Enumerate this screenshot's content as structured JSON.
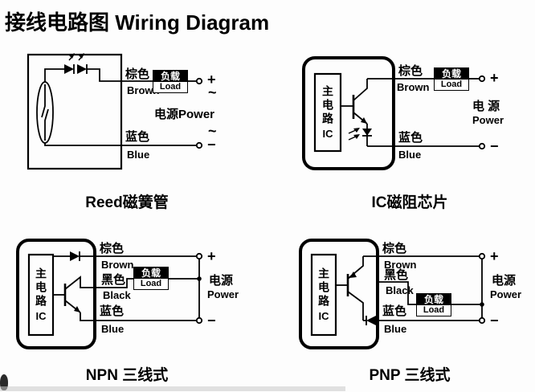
{
  "title": "接线电路图 Wiring Diagram",
  "colors": {
    "line": "#000000",
    "background": "#fdfdfd",
    "load_box_bg": "#000000",
    "load_box_text": "#ffffff"
  },
  "panels": {
    "reed": {
      "caption": "Reed磁簧管",
      "brown_cn": "棕色",
      "brown_en": "Brown",
      "blue_cn": "蓝色",
      "blue_en": "Blue",
      "load_cn": "负载",
      "load_en": "Load",
      "power": "电源Power",
      "plus": "+",
      "tilde_top": "~",
      "tilde_bottom": "~",
      "minus": "−"
    },
    "ic": {
      "caption": "IC磁阻芯片",
      "main_circuit": "主电路",
      "ic_label": "IC",
      "brown_cn": "棕色",
      "brown_en": "Brown",
      "blue_cn": "蓝色",
      "blue_en": "Blue",
      "load_cn": "负载",
      "load_en": "Load",
      "power_cn": "电 源",
      "power_en": "Power",
      "plus": "+",
      "minus": "−"
    },
    "npn": {
      "caption": "NPN 三线式",
      "main_circuit": "主电路",
      "ic_label": "IC",
      "brown_cn": "棕色",
      "brown_en": "Brown",
      "black_cn": "黑色",
      "black_en": "Black",
      "blue_cn": "蓝色",
      "blue_en": "Blue",
      "load_cn": "负载",
      "load_en": "Load",
      "power_cn": "电源",
      "power_en": "Power",
      "plus": "+",
      "minus": "−"
    },
    "pnp": {
      "caption": "PNP 三线式",
      "main_circuit": "主电路",
      "ic_label": "IC",
      "brown_cn": "棕色",
      "brown_en": "Brown",
      "black_cn": "黑色",
      "black_en": "Black",
      "blue_cn": "蓝色",
      "blue_en": "Blue",
      "load_cn": "负载",
      "load_en": "Load",
      "power_cn": "电源",
      "power_en": "Power",
      "plus": "+",
      "minus": "−"
    }
  }
}
